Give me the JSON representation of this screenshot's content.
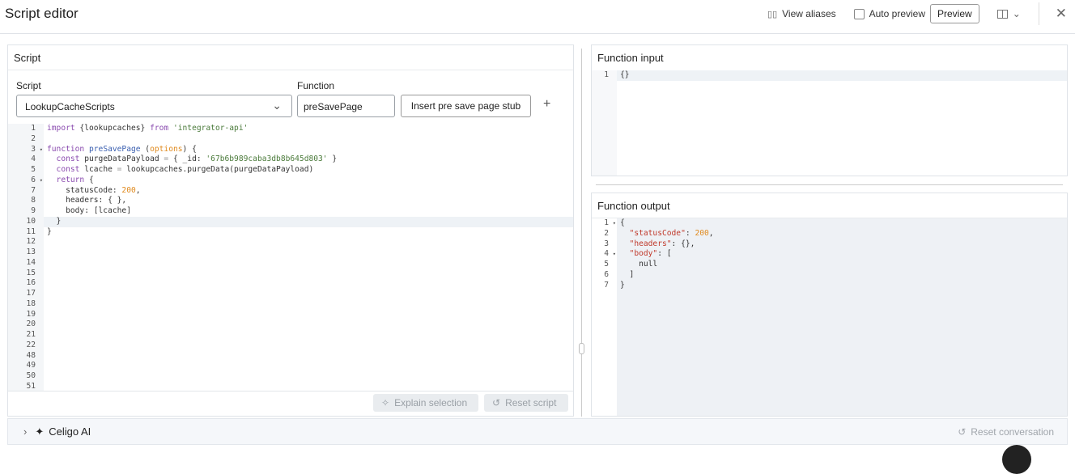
{
  "header": {
    "title": "Script editor",
    "view_aliases": "View aliases",
    "auto_preview": "Auto preview",
    "auto_preview_checked": false,
    "preview": "Preview"
  },
  "script_panel": {
    "title": "Script",
    "script_label": "Script",
    "script_value": "LookupCacheScripts",
    "function_label": "Function",
    "function_value": "preSavePage",
    "insert_stub": "Insert pre save page stub",
    "explain_selection": "Explain selection",
    "reset_script": "Reset script",
    "line_numbers": [
      "1",
      "2",
      "3",
      "4",
      "5",
      "6",
      "7",
      "8",
      "9",
      "10",
      "11",
      "12",
      "13",
      "14",
      "15",
      "16",
      "17",
      "18",
      "19",
      "20",
      "21",
      "22",
      "48",
      "49",
      "50",
      "51"
    ],
    "fold_lines": [
      "3",
      "6"
    ],
    "active_line": "10",
    "code": [
      [
        [
          "import",
          "kw"
        ],
        [
          " {lookupcaches} ",
          "plain"
        ],
        [
          "from",
          "kw"
        ],
        [
          " 'integrator-api'",
          "str"
        ]
      ],
      [],
      [
        [
          "function",
          "kw"
        ],
        [
          " preSavePage",
          "fn"
        ],
        [
          " (",
          "plain"
        ],
        [
          "options",
          "var"
        ],
        [
          ") {",
          "plain"
        ]
      ],
      [
        [
          "  const",
          "kw"
        ],
        [
          " purgeDataPayload ",
          "plain"
        ],
        [
          "=",
          "op"
        ],
        [
          " { _id: ",
          "plain"
        ],
        [
          "'67b6b989caba3db8b645d803'",
          "str"
        ],
        [
          " }",
          "plain"
        ]
      ],
      [
        [
          "  const",
          "kw"
        ],
        [
          " lcache ",
          "plain"
        ],
        [
          "=",
          "op"
        ],
        [
          " lookupcaches.purgeData(purgeDataPayload)",
          "plain"
        ]
      ],
      [
        [
          "  return",
          "kw"
        ],
        [
          " {",
          "plain"
        ]
      ],
      [
        [
          "    statusCode: ",
          "plain"
        ],
        [
          "200",
          "num"
        ],
        [
          ",",
          "plain"
        ]
      ],
      [
        [
          "    headers: { },",
          "plain"
        ]
      ],
      [
        [
          "    body: [lcache]",
          "plain"
        ]
      ],
      [
        [
          "  }",
          "plain"
        ]
      ],
      [
        [
          "}",
          "plain"
        ]
      ]
    ]
  },
  "input_panel": {
    "title": "Function input",
    "line_numbers": [
      "1"
    ],
    "code": [
      [
        [
          "{}",
          "plain"
        ]
      ]
    ]
  },
  "output_panel": {
    "title": "Function output",
    "line_numbers": [
      "1",
      "2",
      "3",
      "4",
      "5",
      "6",
      "7"
    ],
    "fold_lines": [
      "1",
      "4"
    ],
    "code": [
      [
        [
          "{",
          "plain"
        ]
      ],
      [
        [
          "  \"statusCode\"",
          "key"
        ],
        [
          ": ",
          "plain"
        ],
        [
          "200",
          "num"
        ],
        [
          ",",
          "plain"
        ]
      ],
      [
        [
          "  \"headers\"",
          "key"
        ],
        [
          ": {},",
          "plain"
        ]
      ],
      [
        [
          "  \"body\"",
          "key"
        ],
        [
          ": [",
          "plain"
        ]
      ],
      [
        [
          "    null",
          "plain"
        ]
      ],
      [
        [
          "  ]",
          "plain"
        ]
      ],
      [
        [
          "}",
          "plain"
        ]
      ]
    ]
  },
  "ai_bar": {
    "label": "Celigo AI",
    "reset_conversation": "Reset conversation"
  }
}
